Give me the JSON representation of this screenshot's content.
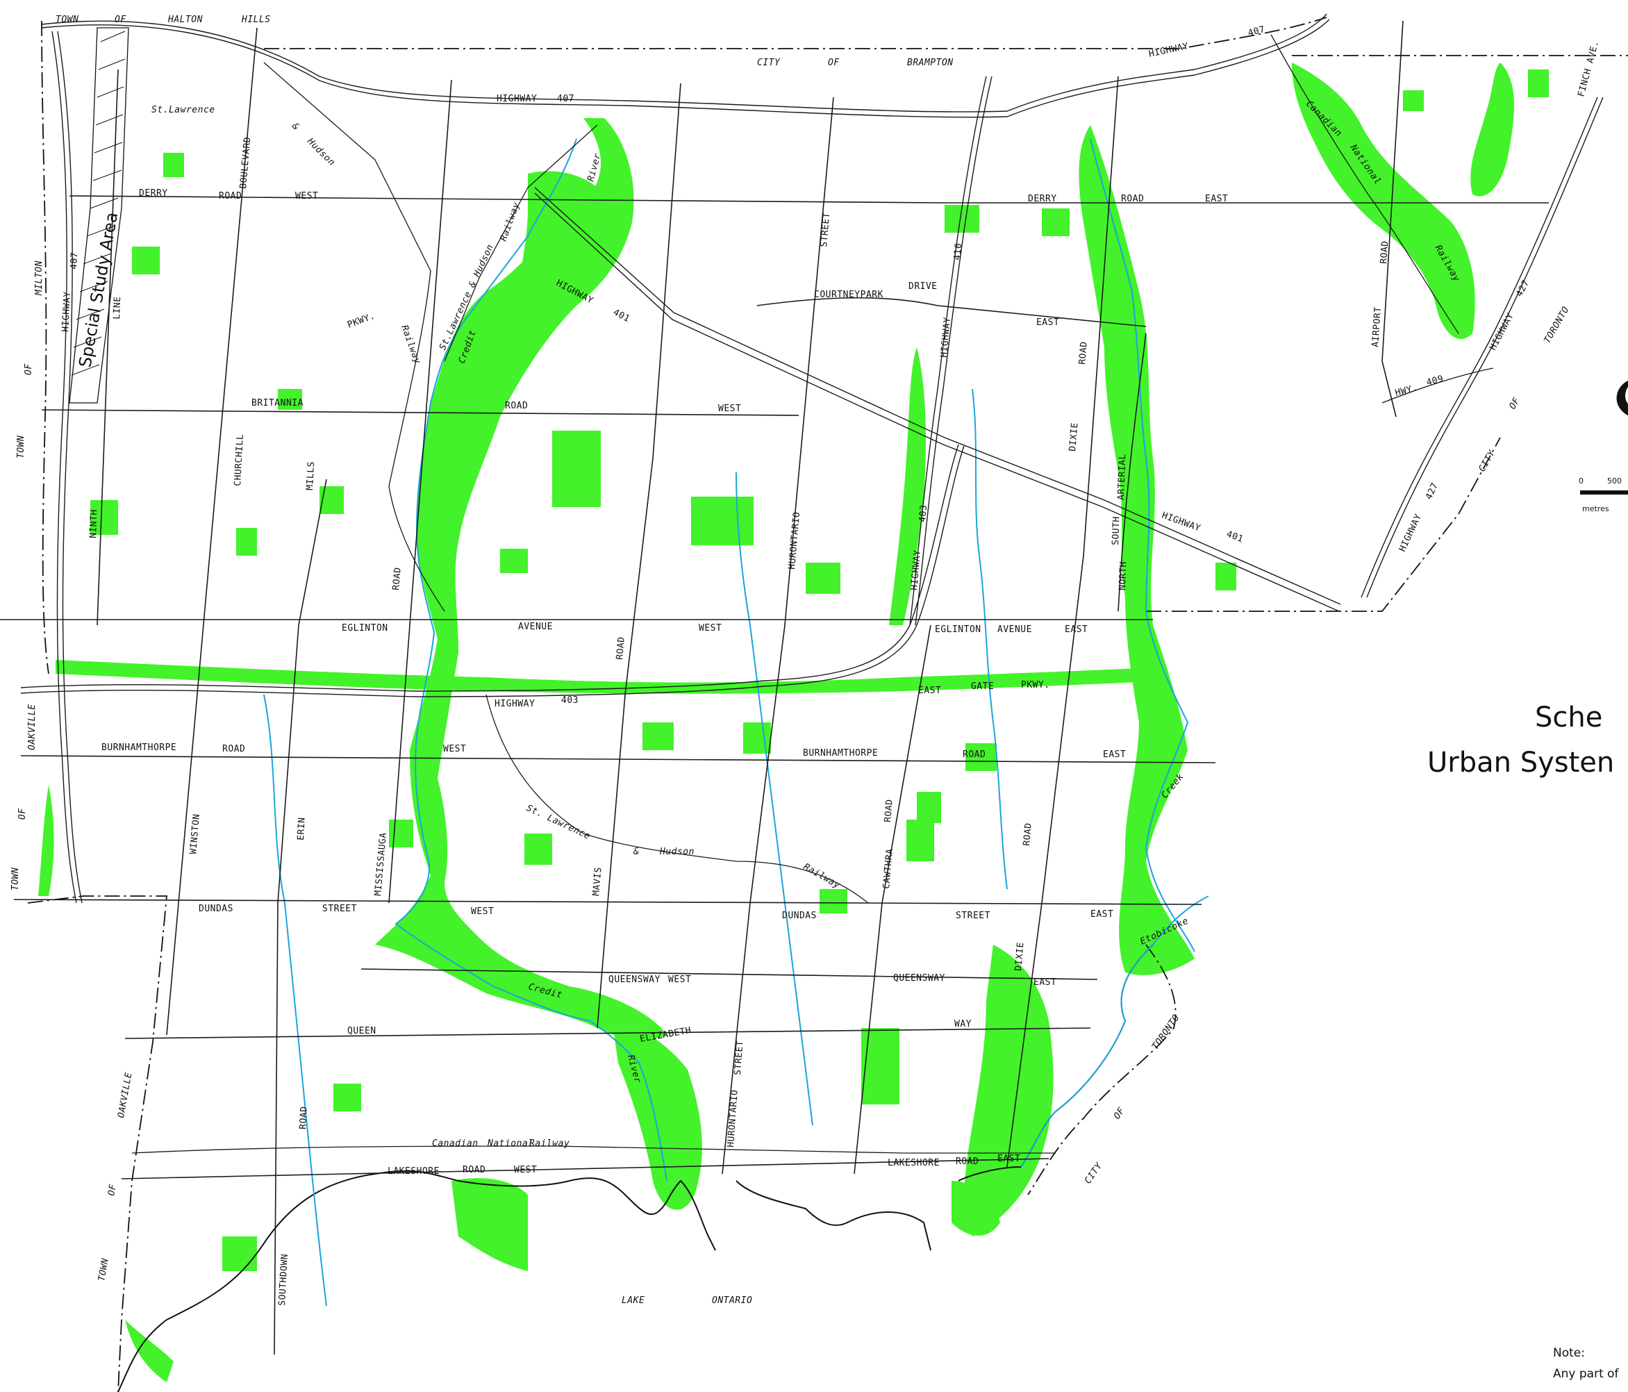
{
  "map": {
    "labels": {
      "town_of_halton_hills": [
        "TOWN",
        "OF",
        "HALTON",
        "HILLS"
      ],
      "city_of_brampton": [
        "CITY",
        "OF",
        "BRAMPTON"
      ],
      "town_of_milton": [
        "MILTON",
        "OF",
        "TOWN"
      ],
      "town_of_oakville_n": [
        "OAKVILLE",
        "OF",
        "TOWN"
      ],
      "town_of_oakville_s": [
        "OAKVILLE",
        "OF",
        "TOWN"
      ],
      "city_of_toronto_ne": [
        "TORONTO",
        "OF",
        "CITY"
      ],
      "city_of_toronto_se": [
        "TORONTO",
        "OF",
        "CITY"
      ],
      "lake": [
        "LAKE",
        "ONTARIO"
      ],
      "special_study_area": "Special Study Area",
      "finch": "FINCH AVE."
    },
    "roads": {
      "hwy407": [
        "HIGHWAY",
        "407"
      ],
      "hwy407_ne": [
        "HIGHWAY",
        "407"
      ],
      "hwy407_w": [
        "HIGHWAY",
        "407"
      ],
      "hwy401": [
        "HIGHWAY",
        "401"
      ],
      "hwy401_e": [
        "HIGHWAY",
        "401"
      ],
      "hwy410": [
        "HIGHWAY",
        "410"
      ],
      "hwy403": [
        "HIGHWAY",
        "403"
      ],
      "hwy403_s": [
        "HIGHWAY",
        "403"
      ],
      "hwy427": [
        "HIGHWAY",
        "427"
      ],
      "hwy427_s": [
        "HIGHWAY",
        "427"
      ],
      "hwy409": [
        "HWY.",
        "409"
      ],
      "derry_w": [
        "DERRY",
        "ROAD",
        "WEST"
      ],
      "derry_e": [
        "DERRY",
        "ROAD",
        "EAST"
      ],
      "courtneypark": [
        "COURTNEYPARK",
        "DRIVE",
        "EAST"
      ],
      "britannia": [
        "BRITANNIA",
        "ROAD",
        "WEST"
      ],
      "eglinton_w": [
        "EGLINTON",
        "AVENUE",
        "WEST"
      ],
      "eglinton_e": [
        "EGLINTON",
        "AVENUE",
        "EAST"
      ],
      "eastgate": [
        "EAST",
        "GATE",
        "PKWY."
      ],
      "burnhamthorpe_w": [
        "BURNHAMTHORPE",
        "ROAD",
        "WEST"
      ],
      "burnhamthorpe_e": [
        "BURNHAMTHORPE",
        "ROAD",
        "EAST"
      ],
      "dundas_w": [
        "DUNDAS",
        "STREET",
        "WEST"
      ],
      "dundas_e": [
        "DUNDAS",
        "STREET",
        "EAST"
      ],
      "queensway_w": [
        "QUEENSWAY",
        "WEST"
      ],
      "queensway_e": [
        "QUEENSWAY",
        "EAST"
      ],
      "queen_elizabeth": [
        "QUEEN",
        "ELIZABETH",
        "WAY"
      ],
      "lakeshore_w": [
        "LAKESHORE",
        "ROAD",
        "WEST"
      ],
      "lakeshore_e": [
        "LAKESHORE",
        "ROAD",
        "EAST"
      ],
      "ninth_line": [
        "NINTH",
        "LINE"
      ],
      "boulevard": [
        "BOULEVARD"
      ],
      "churchill": [
        "CHURCHILL"
      ],
      "mills": [
        "MILLS"
      ],
      "pkwy": [
        "PKWY."
      ],
      "winston": [
        "WINSTON"
      ],
      "erin": [
        "ERIN"
      ],
      "mississauga_rd": [
        "MISSISSAUGA",
        "ROAD"
      ],
      "southdown": [
        "SOUTHDOWN",
        "ROAD"
      ],
      "mavis": [
        "MAVIS",
        "ROAD"
      ],
      "hurontario_n": [
        "HURONTARIO",
        "STREET"
      ],
      "hurontario_s": [
        "HURONTARIO",
        "STREET"
      ],
      "cawthra": [
        "CAWTHRA",
        "ROAD"
      ],
      "dixie_n": [
        "DIXIE",
        "ROAD"
      ],
      "dixie_s": [
        "DIXIE",
        "ROAD"
      ],
      "north_south_arterial": [
        "NORTH",
        "SOUTH",
        "ARTERIAL"
      ],
      "airport": [
        "AIRPORT",
        "ROAD"
      ]
    },
    "rail": {
      "stl_north": [
        "St.Lawrence",
        "&",
        "Hudson",
        "Railway"
      ],
      "stl_credit": [
        "St.Lawrence & Hudson",
        "Railway"
      ],
      "stl_south": [
        "St. Lawrence",
        "&",
        "Hudson",
        "Railway"
      ],
      "cn_south": [
        "Canadian",
        "National",
        "Railway"
      ],
      "cn_east": [
        "Canadian",
        "National",
        "Railway"
      ]
    },
    "water": {
      "credit_north": [
        "Credit",
        "River"
      ],
      "credit_south": [
        "Credit",
        "River"
      ],
      "etobicoke": [
        "Creek",
        "Etobicoke"
      ]
    }
  },
  "scale": {
    "zero": "0",
    "five_hundred": "500",
    "units": "metres"
  },
  "title": {
    "line1": "Sche",
    "line2": "Urban Systen"
  },
  "note": {
    "heading": "Note:",
    "text": "Any part of"
  },
  "colors": {
    "green_system": "#43f22a",
    "creek": "#1aa6d9",
    "line": "#1a1a1a",
    "background": "#ffffff"
  },
  "icons": {
    "north_arrow": "north-arrow-icon"
  }
}
